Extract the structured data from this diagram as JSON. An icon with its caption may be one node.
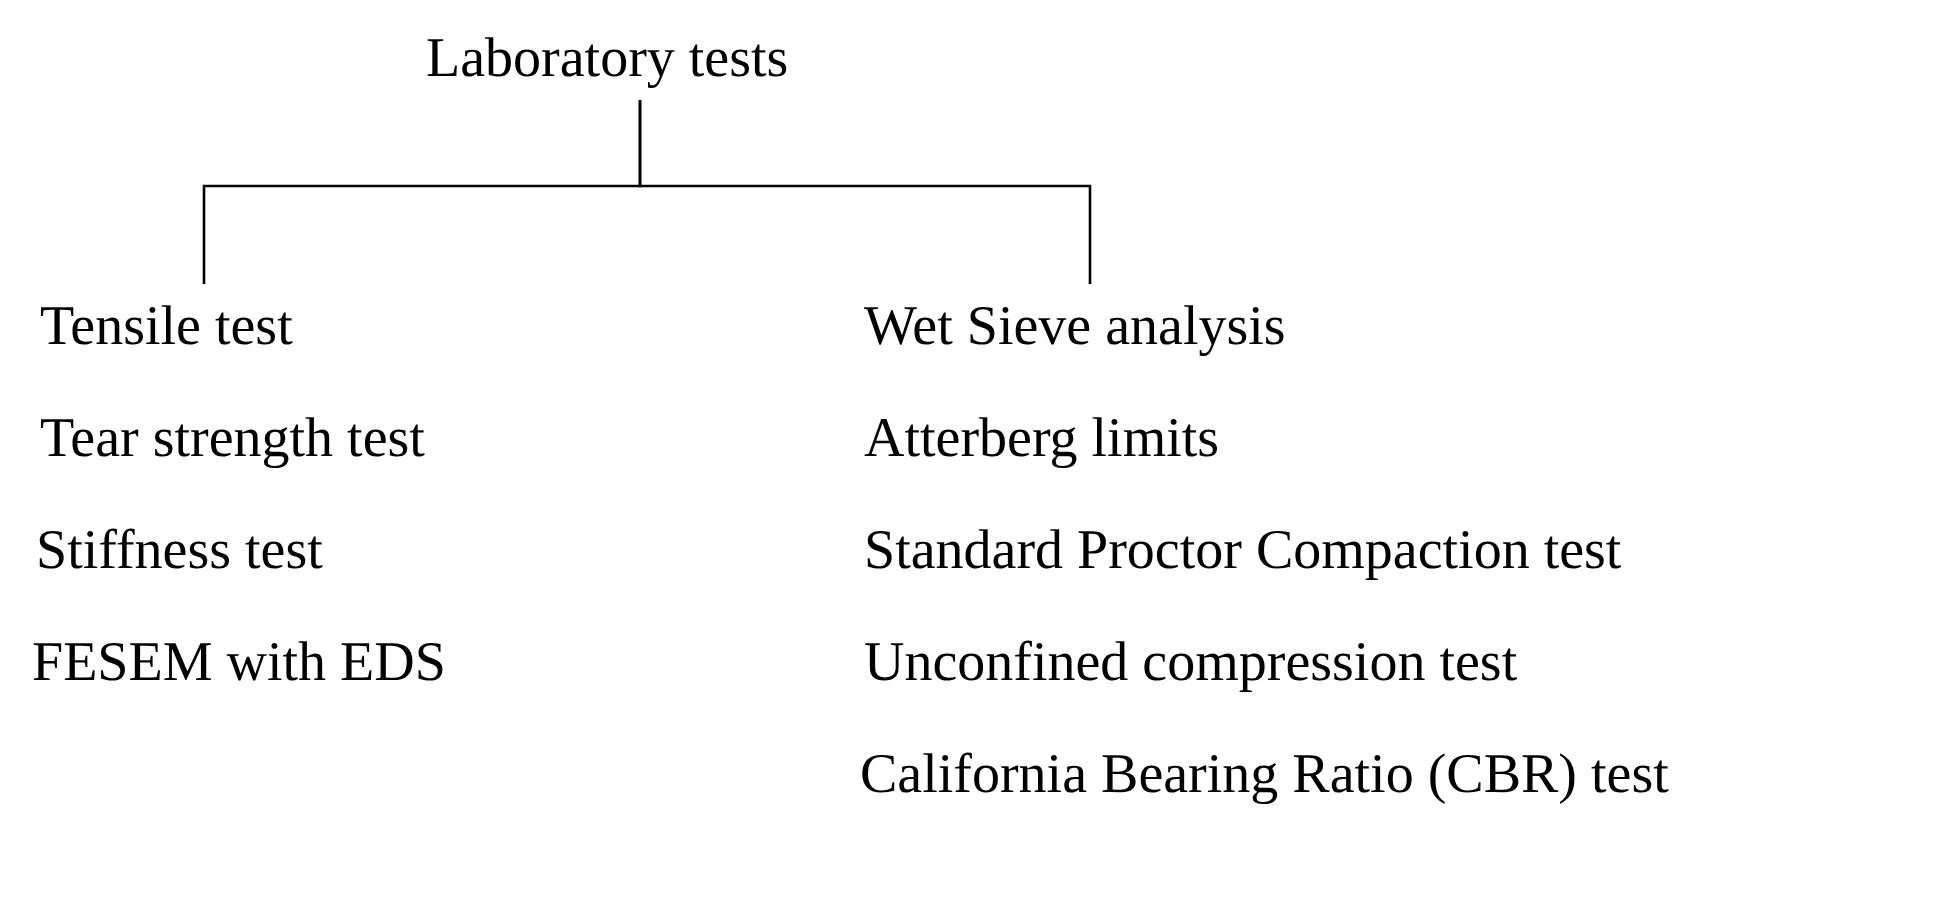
{
  "diagram": {
    "nodes": [
      {
        "text": [
          "Laboratory tests"
        ]
      },
      {
        "text": [
          "Tensile test"
        ]
      },
      {
        "text": [
          "Wet Sieve analysis"
        ]
      }
    ],
    "edges": [
      {
        "from": 0,
        "to": 1,
        "arrow": "none"
      },
      {
        "from": 0,
        "to": 2,
        "arrow": "none"
      }
    ],
    "labels": [
      "Tear strength test",
      "Atterberg limits",
      "Stiffness test",
      "Standard Proctor Compaction test",
      "FESEM with EDS",
      "Unconfined compression test",
      "California Bearing Ratio (CBR) test"
    ]
  }
}
